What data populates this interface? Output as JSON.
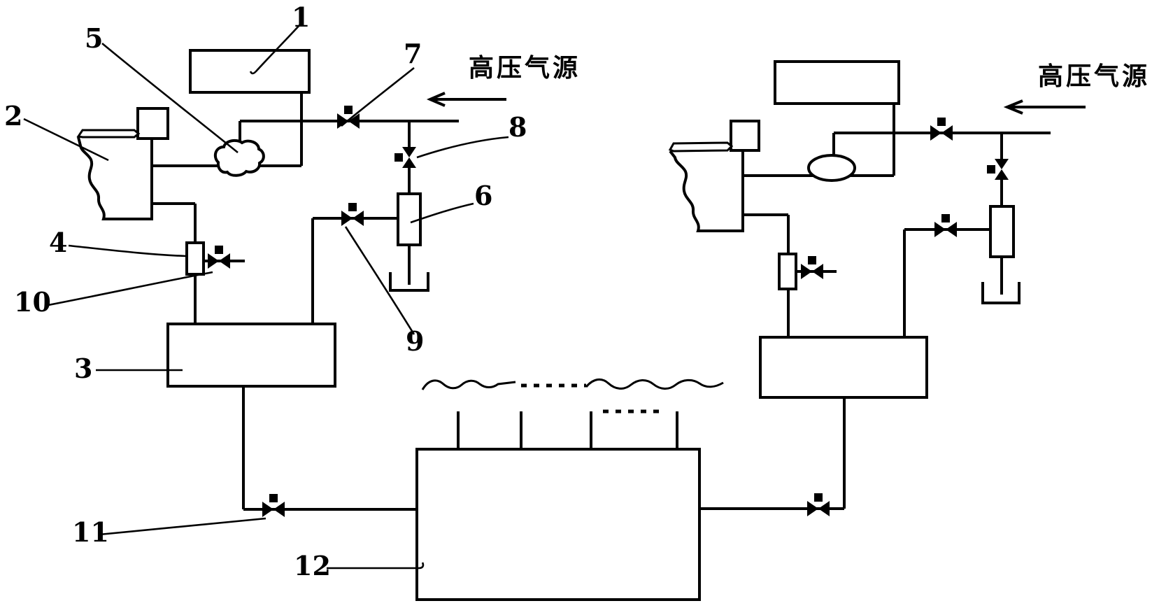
{
  "colors": {
    "background": "#ffffff",
    "ink": "#000000"
  },
  "callouts": {
    "n1": "1",
    "n2": "2",
    "n3": "3",
    "n4": "4",
    "n5": "5",
    "n6": "6",
    "n7": "7",
    "n8": "8",
    "n9": "9",
    "n10": "10",
    "n11": "11",
    "n12": "12"
  },
  "annotations": {
    "gas_source_left": "高压气源",
    "gas_source_right": "高压气源"
  },
  "icons": {
    "valve": "bowtie-valve-with-actuator-square",
    "arrow": "left-flow-arrow",
    "break": "wavy-continuation-line"
  }
}
